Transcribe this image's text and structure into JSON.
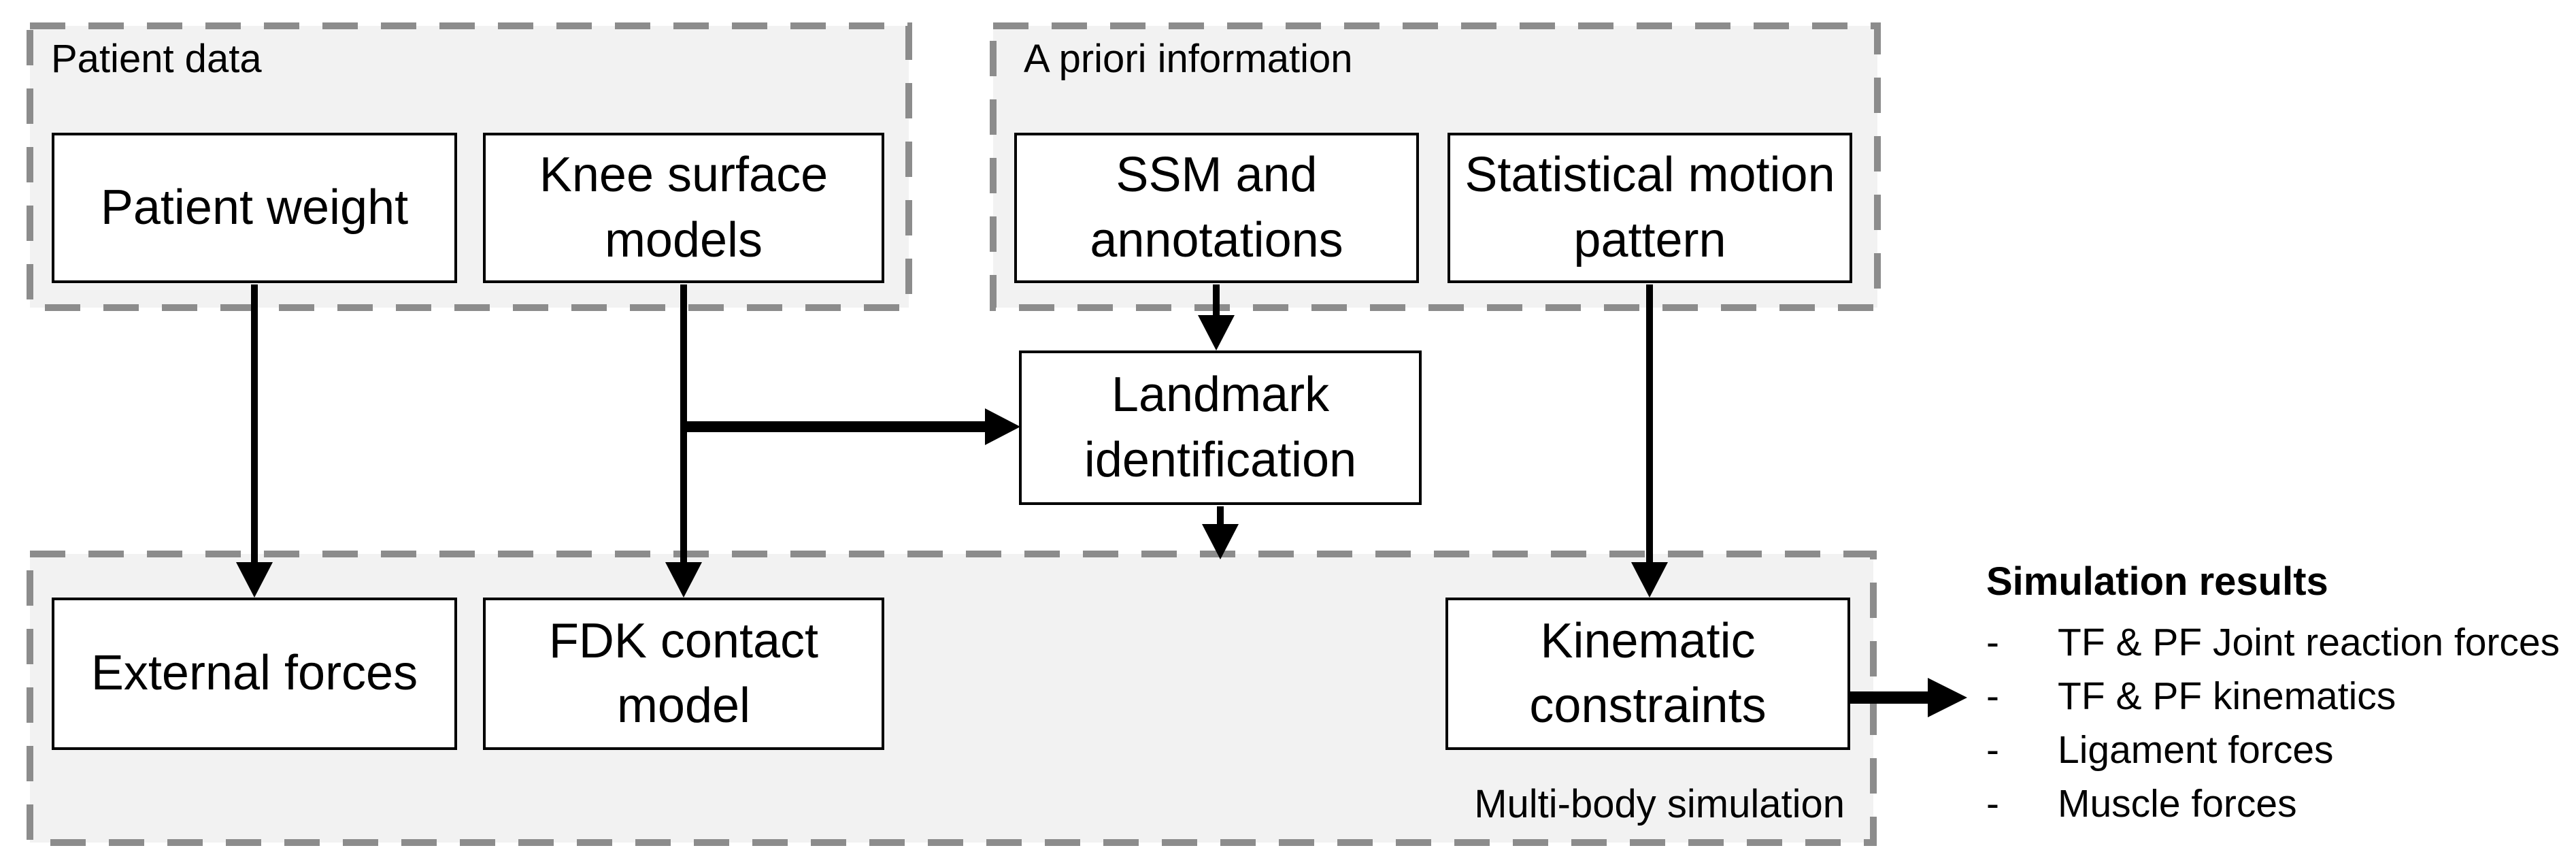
{
  "containers": {
    "patient_data": {
      "label": "Patient data"
    },
    "a_priori": {
      "label": "A priori information"
    },
    "multi_body": {
      "label": "Multi-body simulation"
    }
  },
  "boxes": {
    "patient_weight": "Patient weight",
    "knee_surface": "Knee surface models",
    "ssm": "SSM and annotations",
    "statistical": "Statistical motion pattern",
    "landmark": "Landmark identification",
    "external_forces": "External forces",
    "fdk": "FDK contact model",
    "kinematic": "Kinematic constraints"
  },
  "results": {
    "title": "Simulation results",
    "bullet": "-",
    "items": [
      "TF & PF Joint reaction forces",
      "TF & PF kinematics",
      "Ligament forces",
      "Muscle forces"
    ]
  },
  "colors": {
    "container_fill": "#f2f2f2",
    "dash_gray": "#8c8c8c",
    "ink": "#000000"
  }
}
